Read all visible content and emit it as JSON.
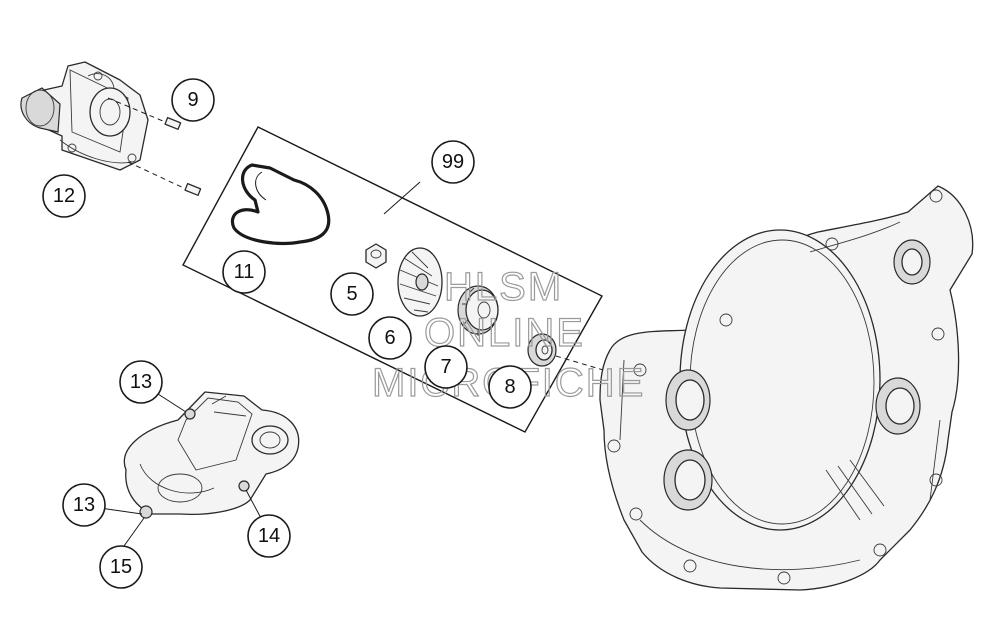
{
  "diagram": {
    "callouts": [
      {
        "id": "c9",
        "label": "9"
      },
      {
        "id": "c12",
        "label": "12"
      },
      {
        "id": "c99",
        "label": "99"
      },
      {
        "id": "c11",
        "label": "11"
      },
      {
        "id": "c5",
        "label": "5"
      },
      {
        "id": "c6",
        "label": "6"
      },
      {
        "id": "c7",
        "label": "7"
      },
      {
        "id": "c8",
        "label": "8"
      },
      {
        "id": "c13a",
        "label": "13"
      },
      {
        "id": "c13b",
        "label": "13"
      },
      {
        "id": "c14",
        "label": "14"
      },
      {
        "id": "c15",
        "label": "15"
      }
    ],
    "watermark": [
      "HLSM",
      "ONLINE",
      "MICROFICHE"
    ]
  }
}
